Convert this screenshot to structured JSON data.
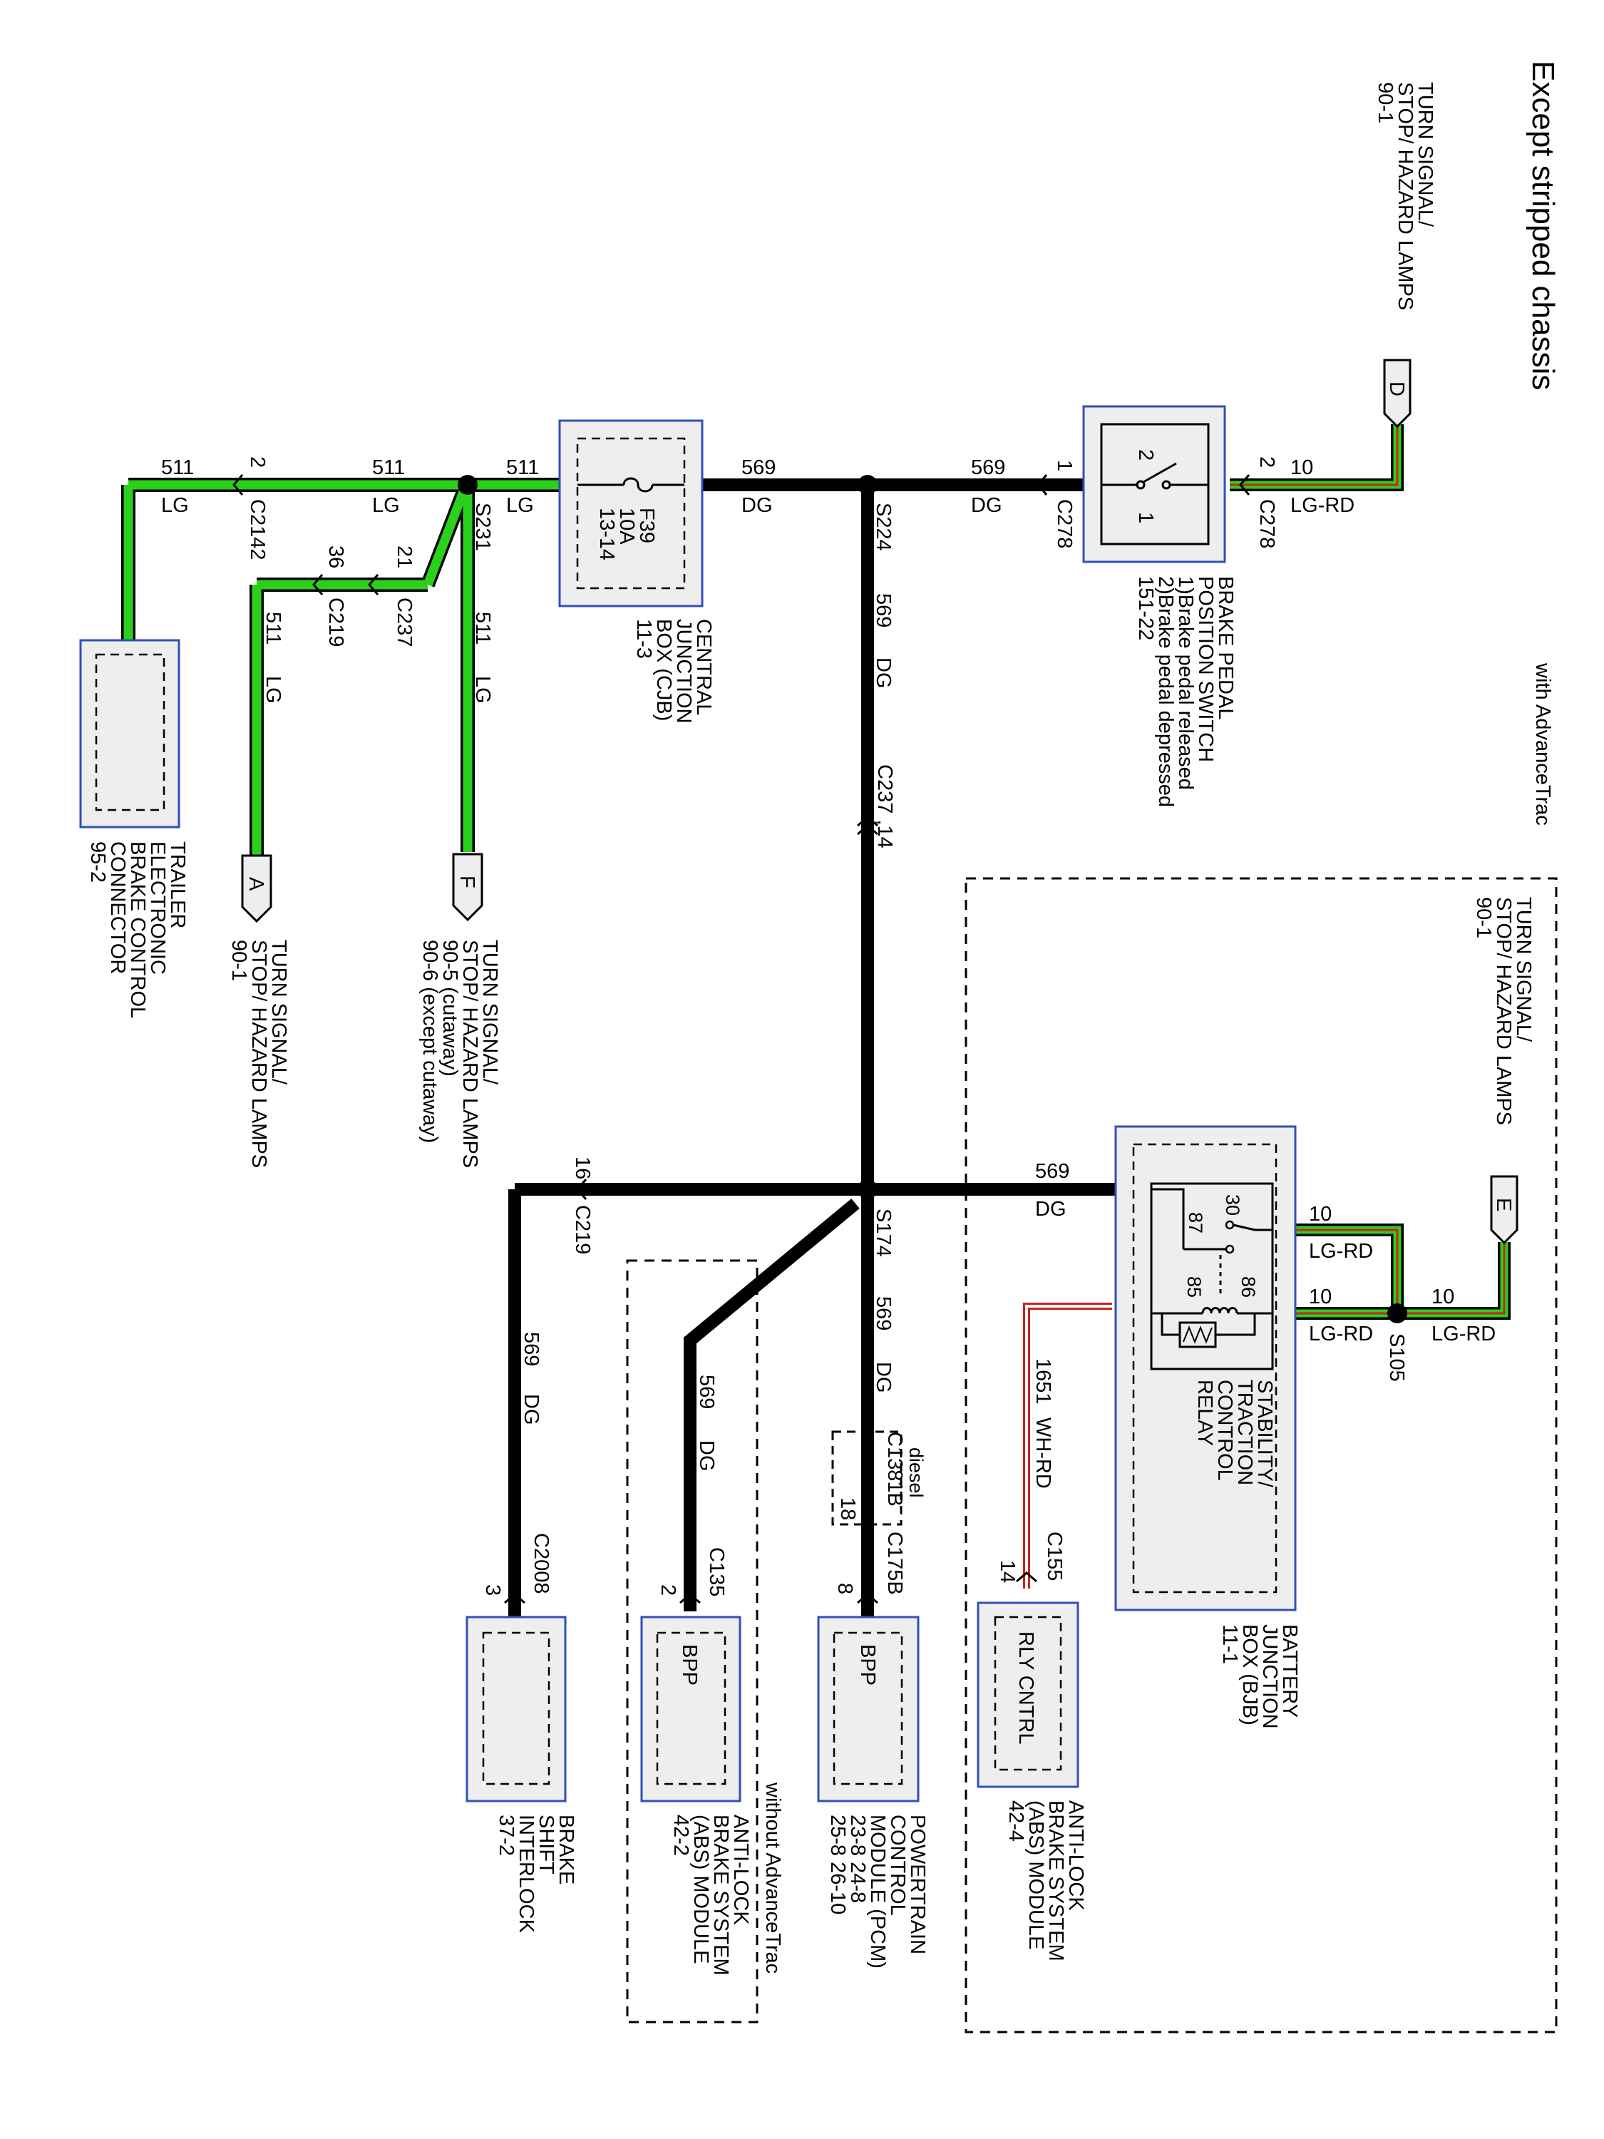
{
  "title": "Except stripped chassis",
  "notes": {
    "with_advancetrac": "with AdvanceTrac",
    "without_advancetrac": "without AdvanceTrac",
    "diesel": "diesel"
  },
  "wire_colors": {
    "LG": "#2bd01c",
    "DG": "#000000",
    "LG-RD": "#2bd01c",
    "WH-RD": "#cc2222"
  },
  "destinations": {
    "D": {
      "letter": "D",
      "lines": [
        "TURN SIGNAL/",
        "STOP/ HAZARD LAMPS",
        "90-1"
      ]
    },
    "E": {
      "letter": "E",
      "lines": [
        "TURN SIGNAL/",
        "STOP/ HAZARD LAMPS",
        "90-1"
      ]
    },
    "A": {
      "letter": "A",
      "lines": [
        "TURN SIGNAL/",
        "STOP/ HAZARD LAMPS",
        "90-1"
      ]
    },
    "F": {
      "letter": "F",
      "lines": [
        "TURN SIGNAL/",
        "STOP/ HAZARD LAMPS",
        "90-5      (cutaway)",
        "90-6      (except cutaway)"
      ]
    }
  },
  "components": {
    "bpp_switch": {
      "lines": [
        "BRAKE PEDAL",
        "POSITION SWITCH",
        "1)Brake pedal released",
        "2)Brake pedal depressed",
        "151-22"
      ],
      "pin1": "1",
      "pin2": "2"
    },
    "cjb": {
      "lines": [
        "CENTRAL",
        "JUNCTION",
        "BOX (CJB)",
        "11-3"
      ],
      "fuse": "F39",
      "amps": "10A",
      "ref": "13-14"
    },
    "trailer": {
      "lines": [
        "TRAILER",
        "ELECTRONIC",
        "BRAKE CONTROL",
        "CONNECTOR",
        "95-2"
      ]
    },
    "bjb": {
      "lines": [
        "BATTERY",
        "JUNCTION",
        "BOX (BJB)",
        "11-1"
      ]
    },
    "relay": {
      "lines": [
        "STABILITY/",
        "TRACTION",
        "CONTROL",
        "RELAY"
      ],
      "p30": "30",
      "p87": "87",
      "p85": "85",
      "p86": "86"
    },
    "abs_adv": {
      "lines": [
        "ANTI-LOCK",
        "BRAKE SYSTEM",
        "(ABS) MODULE",
        "42-4"
      ],
      "pin_label": "RLY CNTRL"
    },
    "pcm": {
      "lines": [
        "POWERTRAIN",
        "CONTROL",
        "MODULE (PCM)",
        "23-8       24-8",
        "25-8       26-10"
      ],
      "pin_label": "BPP"
    },
    "abs_noadv": {
      "lines": [
        "ANTI-LOCK",
        "BRAKE SYSTEM",
        "(ABS) MODULE",
        "42-2"
      ],
      "pin_label": "BPP"
    },
    "bsi": {
      "lines": [
        "BRAKE",
        "SHIFT",
        "INTERLOCK",
        "37-2"
      ]
    }
  },
  "connectors": {
    "c278_a": {
      "name": "C278",
      "pin": "2"
    },
    "c278_b": {
      "name": "C278",
      "pin": "1"
    },
    "c2142": {
      "name": "C2142",
      "pin": "2"
    },
    "c237": {
      "name": "C237",
      "pin": "21"
    },
    "c219_a": {
      "name": "C219",
      "pin": "36"
    },
    "c237_14": {
      "name": "C237 ,14"
    },
    "c219_b": {
      "name": "C219",
      "pin": "16"
    },
    "c1381b": {
      "name": "C1381B",
      "pin": "18"
    },
    "c175b": {
      "name": "C175B",
      "pin": "8"
    },
    "c135": {
      "name": "C135",
      "pin": "2"
    },
    "c2008": {
      "name": "C2008",
      "pin": "3"
    },
    "c155": {
      "name": "C155",
      "pin": "14"
    }
  },
  "splices": {
    "s231": "S231",
    "s224": "S224",
    "s174": "S174",
    "s105": "S105"
  },
  "wires": {
    "w10_top": {
      "circuit": "10",
      "color": "LG-RD"
    },
    "w569_a": {
      "circuit": "569",
      "color": "DG"
    },
    "w569_b": {
      "circuit": "569",
      "color": "DG"
    },
    "w511_a": {
      "circuit": "511",
      "color": "LG"
    },
    "w511_b": {
      "circuit": "511",
      "color": "LG"
    },
    "w511_c": {
      "circuit": "511",
      "color": "LG"
    },
    "w511_d": {
      "circuit": "511",
      "color": "LG"
    },
    "w511_e": {
      "circuit": "511",
      "color": "LG"
    },
    "w569_vert": {
      "circuit": "569",
      "color": "DG"
    },
    "w569_bjb": {
      "circuit": "569",
      "color": "DG"
    },
    "w569_pcm": {
      "circuit": "569",
      "color": "DG"
    },
    "w569_abs": {
      "circuit": "569",
      "color": "DG"
    },
    "w569_bsi": {
      "circuit": "569",
      "color": "DG"
    },
    "w10_r1": {
      "circuit": "10",
      "color": "LG-RD"
    },
    "w10_r2": {
      "circuit": "10",
      "color": "LG-RD"
    },
    "w10_r3": {
      "circuit": "10",
      "color": "LG-RD"
    },
    "w1651": {
      "circuit": "1651",
      "color": "WH-RD"
    }
  }
}
